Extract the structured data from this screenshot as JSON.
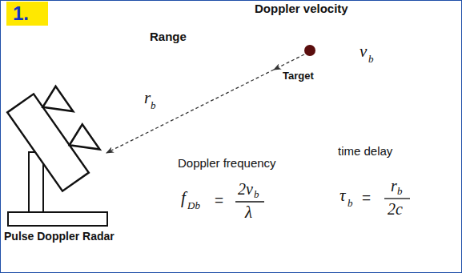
{
  "diagram": {
    "nodes": [
      {
        "text": [
          "1."
        ]
      }
    ],
    "labels": [
      "Doppler velocity",
      "Range",
      "v",
      "b",
      "Target",
      "r",
      "b",
      "Doppler frequency",
      "time delay",
      "f",
      "Db",
      "=",
      "2v",
      "b",
      "λ",
      "τ",
      "b",
      "=",
      "r",
      "b",
      "2c",
      "Pulse Doppler Radar"
    ]
  }
}
